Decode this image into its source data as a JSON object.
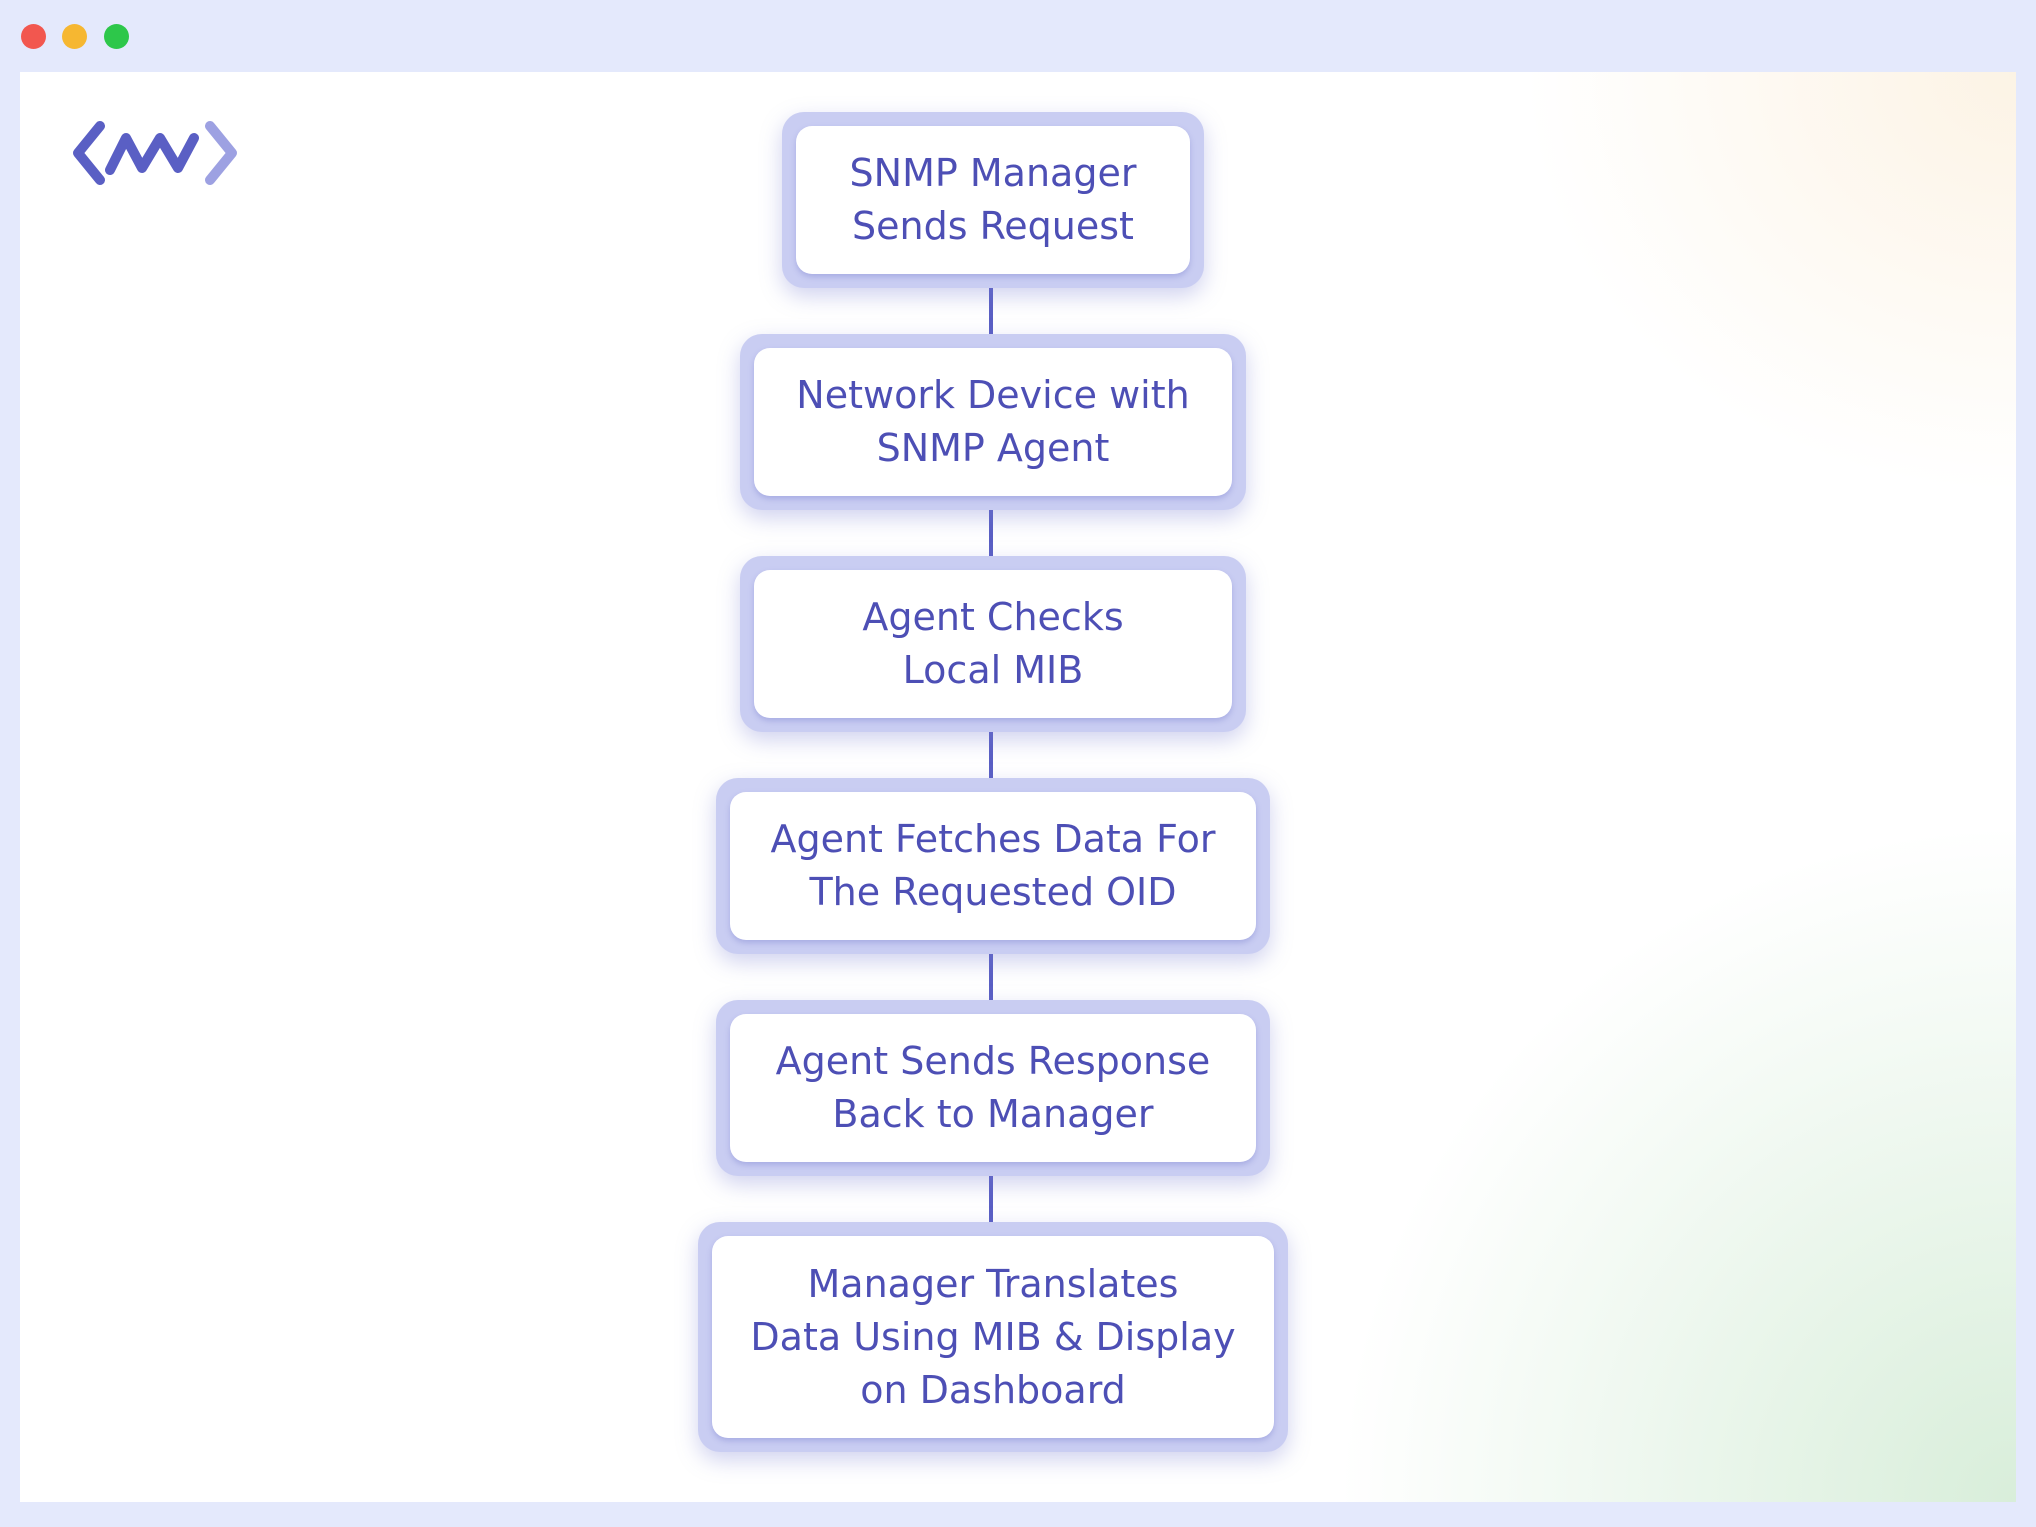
{
  "window": {
    "controls": [
      {
        "name": "close",
        "color": "#f2574f"
      },
      {
        "name": "minimize",
        "color": "#f6b731"
      },
      {
        "name": "maximize",
        "color": "#2dc74a"
      }
    ]
  },
  "logo": {
    "icon": "brand-logo-icon",
    "color": "#5a5fc4"
  },
  "colors": {
    "node_text": "#4d4fb5",
    "connector": "#5a5fc4",
    "node_border": "#c9cdf2"
  },
  "flow": {
    "steps": [
      {
        "label": "SNMP Manager\nSends Request"
      },
      {
        "label": "Network Device with\nSNMP Agent"
      },
      {
        "label": "Agent Checks\nLocal MIB"
      },
      {
        "label": "Agent Fetches Data For\nThe Requested OID"
      },
      {
        "label": "Agent Sends Response\nBack to Manager"
      },
      {
        "label": "Manager Translates\nData Using MIB & Display\non Dashboard"
      }
    ]
  }
}
